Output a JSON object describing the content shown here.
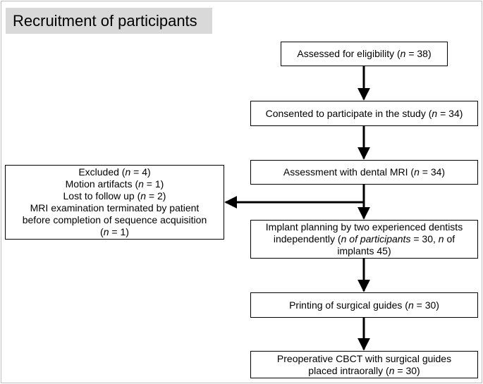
{
  "header": {
    "title": "Recruitment of participants"
  },
  "flow": {
    "assessed": {
      "lines": [
        {
          "pre": "Assessed for eligibility (",
          "em": "n",
          "post": " = 38)"
        }
      ]
    },
    "consented": {
      "lines": [
        {
          "pre": "Consented to participate in the study (",
          "em": "n",
          "post": " = 34)"
        }
      ]
    },
    "mri": {
      "lines": [
        {
          "pre": "Assessment with dental MRI (",
          "em": "n",
          "post": " = 34)"
        }
      ]
    },
    "excluded": {
      "lines": [
        {
          "pre": "Excluded (",
          "em": "n",
          "post": " = 4)"
        },
        {
          "pre": "Motion artifacts (",
          "em": "n",
          "post": " = 1)"
        },
        {
          "pre": "Lost to follow up (",
          "em": "n",
          "post": " = 2)"
        },
        {
          "pre": "MRI examination terminated by patient",
          "em": "",
          "post": ""
        },
        {
          "pre": "before completion of sequence acquisition",
          "em": "",
          "post": ""
        },
        {
          "pre": "(",
          "em": "n",
          "post": " = 1)"
        }
      ]
    },
    "planning": {
      "lines": [
        {
          "pre": "Implant planning by two experienced dentists",
          "em": "",
          "post": ""
        },
        {
          "pre": "independently (",
          "em": "n of participants",
          "post": " = 30, ",
          "em2": "n",
          "post2": " of"
        },
        {
          "pre": "implants 45)",
          "em": "",
          "post": ""
        }
      ]
    },
    "printing": {
      "lines": [
        {
          "pre": "Printing of surgical guides (",
          "em": "n",
          "post": " = 30)"
        }
      ]
    },
    "cbct": {
      "lines": [
        {
          "pre": "Preoperative CBCT with surgical guides",
          "em": "",
          "post": ""
        },
        {
          "pre": "placed intraorally (",
          "em": "n",
          "post": " = 30)"
        }
      ]
    }
  },
  "colors": {
    "header_bg": "#d9d9d9",
    "line": "#000000",
    "frame": "#bfbfbf"
  }
}
